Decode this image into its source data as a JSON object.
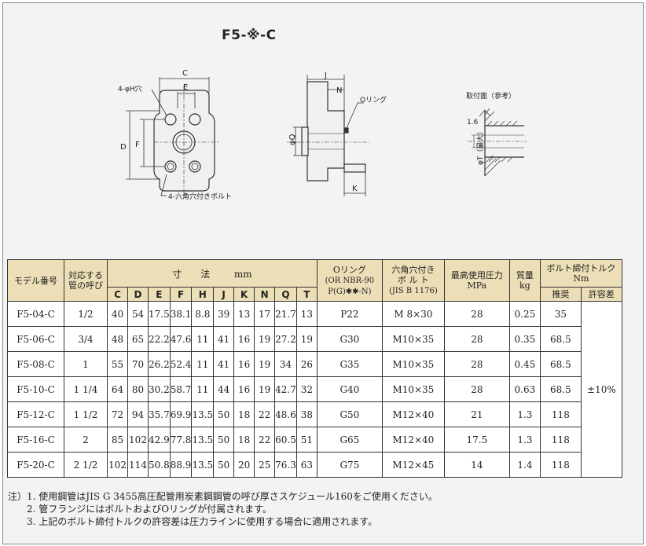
{
  "title": "F5-※-C",
  "drawing": {
    "dim_c": "C",
    "dim_e": "E",
    "dim_d": "D",
    "dim_f": "F",
    "hole_callout": "4-φH穴",
    "bolt_callout": "4-六角穴付きボルト",
    "dim_j": "J",
    "dim_n": "N",
    "dim_k": "K",
    "dim_q": "φQ",
    "oring_callout": "Oリング",
    "mount_caption": "取付面（参考）",
    "surface_finish": "1.6",
    "dim_t": "φT（最大）"
  },
  "table": {
    "headers": {
      "model": "モデル番号",
      "nominal_1": "対応する",
      "nominal_2": "管の呼び",
      "dimensions": "寸　　法",
      "unit": "mm",
      "oring_1": "Oリング",
      "oring_2": "(OR NBR-90",
      "oring_3": "P(G)✱✱-N)",
      "bolt_1": "六角穴付き",
      "bolt_2": "ボ ル ト",
      "bolt_3": "(JIS B 1176)",
      "pressure": "最高使用圧力",
      "pressure_unit": "MPa",
      "mass": "質量",
      "mass_unit": "kg",
      "torque": "ボルト締付トルク",
      "torque_unit": "Nm",
      "recommended": "推奨",
      "tolerance": "許容差"
    },
    "letters": [
      "C",
      "D",
      "E",
      "F",
      "H",
      "J",
      "K",
      "N",
      "Q",
      "T"
    ],
    "tolerance_value": "±10%",
    "rows": [
      {
        "model": "F5-04-C",
        "nominal": "1/2",
        "dims": [
          "40",
          "54",
          "17.5",
          "38.1",
          "8.8",
          "39",
          "13",
          "17",
          "21.7",
          "13"
        ],
        "oring": "P22",
        "bolt": "M 8×30",
        "pressure": "28",
        "mass": "0.25",
        "torque": "35"
      },
      {
        "model": "F5-06-C",
        "nominal": "3/4",
        "dims": [
          "48",
          "65",
          "22.2",
          "47.6",
          "11",
          "41",
          "16",
          "19",
          "27.2",
          "19"
        ],
        "oring": "G30",
        "bolt": "M10×35",
        "pressure": "28",
        "mass": "0.35",
        "torque": "68.5"
      },
      {
        "model": "F5-08-C",
        "nominal": "1",
        "dims": [
          "55",
          "70",
          "26.2",
          "52.4",
          "11",
          "41",
          "16",
          "19",
          "34",
          "26"
        ],
        "oring": "G35",
        "bolt": "M10×35",
        "pressure": "28",
        "mass": "0.45",
        "torque": "68.5"
      },
      {
        "model": "F5-10-C",
        "nominal": "1 1/4",
        "dims": [
          "64",
          "80",
          "30.2",
          "58.7",
          "11",
          "44",
          "16",
          "19",
          "42.7",
          "32"
        ],
        "oring": "G40",
        "bolt": "M10×35",
        "pressure": "28",
        "mass": "0.63",
        "torque": "68.5"
      },
      {
        "model": "F5-12-C",
        "nominal": "1 1/2",
        "dims": [
          "72",
          "94",
          "35.7",
          "69.9",
          "13.5",
          "50",
          "18",
          "22",
          "48.6",
          "38"
        ],
        "oring": "G50",
        "bolt": "M12×40",
        "pressure": "21",
        "mass": "1.3",
        "torque": "118"
      },
      {
        "model": "F5-16-C",
        "nominal": "2",
        "dims": [
          "85",
          "102",
          "42.9",
          "77.8",
          "13.5",
          "50",
          "18",
          "22",
          "60.5",
          "51"
        ],
        "oring": "G65",
        "bolt": "M12×40",
        "pressure": "17.5",
        "mass": "1.3",
        "torque": "118"
      },
      {
        "model": "F5-20-C",
        "nominal": "2 1/2",
        "dims": [
          "102",
          "114",
          "50.8",
          "88.9",
          "13.5",
          "50",
          "20",
          "25",
          "76.3",
          "63"
        ],
        "oring": "G75",
        "bolt": "M12×45",
        "pressure": "14",
        "mass": "1.4",
        "torque": "118"
      }
    ]
  },
  "notes": [
    "注）1. 使用鋼管はJIS G 3455高圧配管用炭素鋼鋼管の呼び厚さスケジュール160をご使用ください。",
    "　　2. 管フランジにはボルトおよびOリングが付属されます。",
    "　　3. 上記のボルト締付トルクの許容差は圧力ラインに使用する場合に適用されます。"
  ]
}
